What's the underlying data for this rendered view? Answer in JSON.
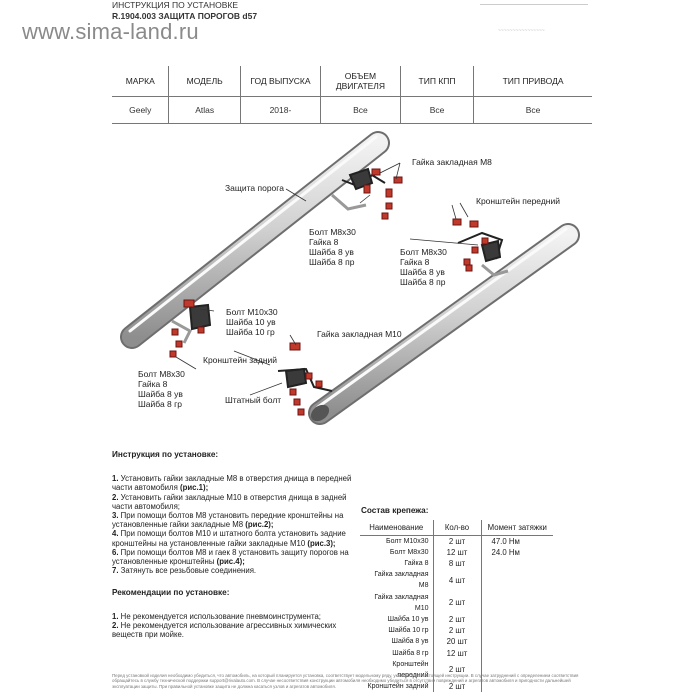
{
  "watermark": "www.sima-land.ru",
  "header": {
    "line1": "ИНСТРУКЦИЯ ПО УСТАНОВКЕ",
    "line2": "R.1904.003 ЗАЩИТА ПОРОГОВ d57"
  },
  "spec_table": {
    "headers": [
      "МАРКА",
      "МОДЕЛЬ",
      "ГОД ВЫПУСКА",
      "ОБЪЕМ ДВИГАТЕЛЯ",
      "ТИП КПП",
      "ТИП ПРИВОДА"
    ],
    "row": [
      "Geely",
      "Atlas",
      "2018-",
      "Все",
      "Все",
      "Все"
    ]
  },
  "diagram_labels": {
    "nut_m8": "Гайка закладная М8",
    "sill": "Защита порога",
    "bracket_front": "Кронштейн передний",
    "bolt_group_top": [
      "Болт М8х30",
      "Гайка 8",
      "Шайба 8 ув",
      "Шайба 8 пр"
    ],
    "bolt_group_right": [
      "Болт М8х30",
      "Гайка 8",
      "Шайба 8 ув",
      "Шайба 8 пр"
    ],
    "bolt_m10_group": [
      "Болт М10х30",
      "Шайба 10 ув",
      "Шайба 10 гр"
    ],
    "nut_m10": "Гайка закладная М10",
    "bolt_group_left": [
      "Болт М8х30",
      "Гайка 8",
      "Шайба 8 ув",
      "Шайба 8 гр"
    ],
    "bracket_rear": "Кронштейн задний",
    "stock_bolt": "Штатный болт"
  },
  "instructions": {
    "title": "Инструкция по установке:",
    "steps": [
      {
        "num": "1.",
        "text": " Установить гайки закладные М8 в отверстия днища в передней части автомобиля ",
        "ref": "(рис.1);"
      },
      {
        "num": "2.",
        "text": " Установить гайки закладные М10 в отверстия днища в задней части автомобиля;",
        "ref": ""
      },
      {
        "num": "3.",
        "text": " При помощи болтов М8 установить передние кронштейны на установленные гайки закладные М8 ",
        "ref": "(рис.2);"
      },
      {
        "num": "4.",
        "text": " При помощи болтов М10 и штатного болта установить задние кронштейны на установленные гайки закладные М10 ",
        "ref": "(рис.3);"
      },
      {
        "num": "6.",
        "text": " При помощи болтов М8 и гаек 8 установить защиту порогов на установленные кронштейны ",
        "ref": "(рис.4);"
      },
      {
        "num": "7.",
        "text": " Затянуть все резьбовые соединения.",
        "ref": ""
      }
    ],
    "rec_title": "Рекомендации по установке:",
    "recs": [
      {
        "num": "1.",
        "text": " Не рекомендуется использование пневмоинструмента;"
      },
      {
        "num": "2.",
        "text": " Не рекомендуется использование агрессивных химических веществ при мойке."
      }
    ]
  },
  "parts": {
    "title": "Состав крепежа:",
    "headers": [
      "Наименование",
      "Кол-во",
      "Момент затяжки"
    ],
    "rows": [
      [
        "Болт М10х30",
        "2 шт",
        "47.0 Нм"
      ],
      [
        "Болт М8х30",
        "12 шт",
        "24.0 Нм"
      ],
      [
        "Гайка 8",
        "8 шт",
        ""
      ],
      [
        "Гайка закладная М8",
        "4 шт",
        ""
      ],
      [
        "Гайка закладная М10",
        "2 шт",
        ""
      ],
      [
        "Шайба 10 ув",
        "2 шт",
        ""
      ],
      [
        "Шайба 10 гр",
        "2 шт",
        ""
      ],
      [
        "Шайба 8 ув",
        "20 шт",
        ""
      ],
      [
        "Шайба 8 гр",
        "12 шт",
        ""
      ],
      [
        "Кронштейн передний",
        "2 шт",
        ""
      ],
      [
        "Кронштейн задний",
        "2 шт",
        ""
      ]
    ]
  },
  "footer": "Перед установкой изделия необходимо убедиться, что автомобиль, на который планируется установка, соответствует модельному ряду, указанному в настоящей инструкции. В случае затруднений с определением соответствия обращайтесь в службу технической поддержки support@rivalauto.com. В случае несоответствия конструкции автомобиля необходимо убедиться в отсутствии повреждений и агрегатов автомобиля и пригодности дальнейшей эксплуатации защиты. При правильной установке защита не должна касаться узлов и агрегатов автомобиля."
}
